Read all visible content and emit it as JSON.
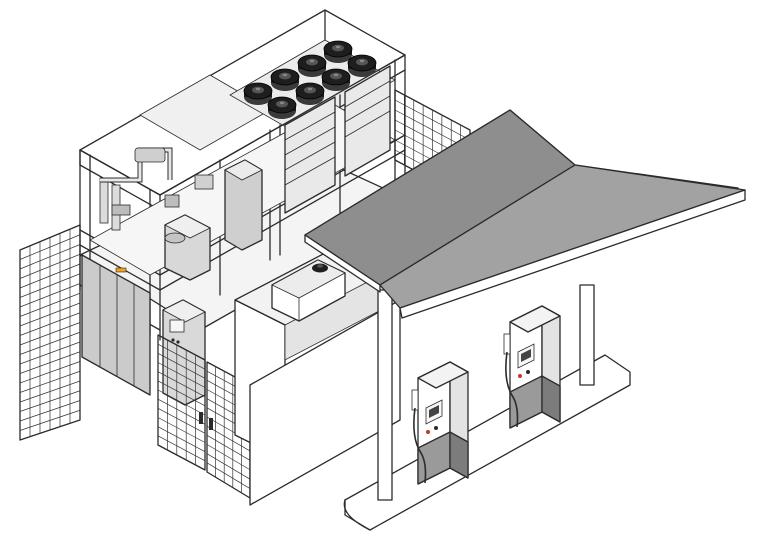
{
  "colors": {
    "outline": "#2b2b2b",
    "white": "#ffffff",
    "canopy_roof": "#8e8e8e",
    "canopy_roof_light": "#a2a2a2",
    "canopy_edge": "#e6e6e6",
    "panel_grey": "#d4d4d4",
    "panel_dark": "#b9b9b9",
    "dispenser_base": "#9a9a9a",
    "fan_black": "#1e1e1e",
    "warning_orange": "#f0a020"
  },
  "icons": {
    "cooling_fans": "fan-icon",
    "dispensers": "fuel-dispenser-icon",
    "fence": "wire-mesh-fence",
    "gate": "mesh-gate",
    "canopy": "canopy-roof",
    "compressor": "compressor-unit",
    "control_cabinet": "control-cabinet"
  }
}
